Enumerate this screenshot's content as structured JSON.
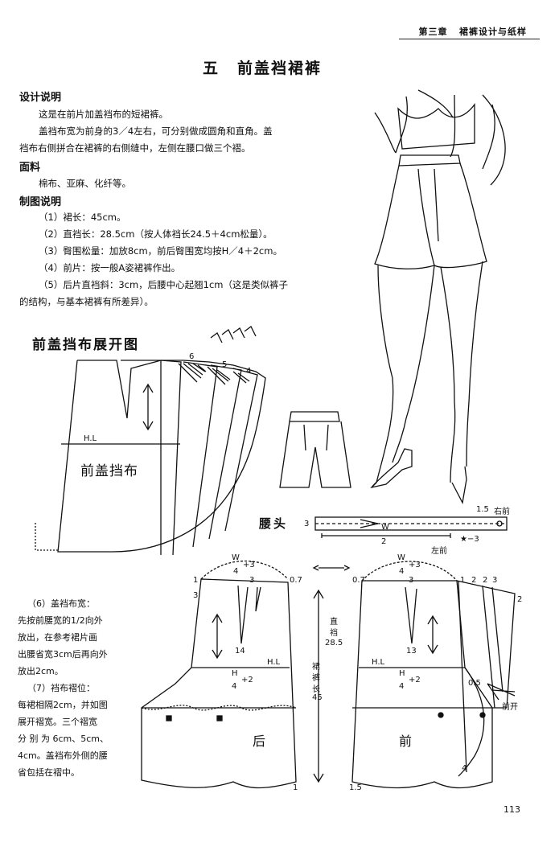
{
  "header": {
    "chapter": "第三章",
    "section": "裙裤设计与纸样"
  },
  "title": {
    "number": "五",
    "text": "前盖裆裙裤"
  },
  "design": {
    "heading": "设计说明",
    "lines": [
      "这是在前片加盖裆布的短裙裤。",
      "盖裆布宽为前身的3／4左右，可分别做成圆角和直角。盖",
      "裆布右侧拼合在裙裤的右侧缝中，左侧在腰口做三个褶。"
    ]
  },
  "fabric": {
    "heading": "面料",
    "text": "棉布、亚麻、化纤等。"
  },
  "drafting": {
    "heading": "制图说明",
    "items": [
      "（1）裙长：45cm。",
      "（2）直裆长：28.5cm（按人体裆长24.5＋4cm松量）。",
      "（3）臀围松量：加放8cm，前后臀围宽均按H／4＋2cm。",
      "（4）前片：按一般A姿裙裤作出。",
      "（5）后片直裆斜：3cm，后腰中心起翘1cm（这是类似裤子",
      "的结构，与基本裙裤有所差异）。"
    ]
  },
  "diagram_title": "前盖挡布展开图",
  "notes": {
    "lines": [
      "（6）盖裆布宽：",
      "先按前腰宽的1/2向外",
      "放出，在参考裙片画",
      "出腰省宽3cm后再向外",
      "放出2cm。",
      "（7）裆布褶位：",
      "每裙相隔2cm，并如图",
      "展开褶宽。三个褶宽",
      "分 别 为 6cm、5cm、",
      "4cm。盖裆布外侧的腰",
      "省包括在褶中。"
    ]
  },
  "labels": {
    "hl": "H.L",
    "panel": "前盖挡布",
    "fold_6": "6",
    "fold_5": "5",
    "fold_4": "4",
    "waistband": "腰头",
    "wb_3": "3",
    "wb_w": "W",
    "wb_2": "2",
    "wb_star": "★−3",
    "wb_15": "1.5",
    "wb_right": "右前",
    "wb_left": "左前",
    "back_w_top": "W",
    "back_w_bot": "4",
    "back_w_plus": "+3",
    "front_w_top": "W",
    "front_w_bot": "4",
    "front_w_plus": "+3",
    "b1": "1",
    "b3": "3",
    "b3b": "3",
    "b07": "0.7",
    "b14": "14",
    "f07": "0.7",
    "f3": "3",
    "f13": "13",
    "f1": "1",
    "f2": "2",
    "f2b": "2",
    "f3b": "3",
    "f2c": "2",
    "zhi": "直",
    "dang": "裆",
    "v285": "28.5",
    "qun": "裙",
    "ku": "裤",
    "chang": "长",
    "v45": "45",
    "back_hl": "H.L",
    "front_hl": "H.L",
    "back_h_top": "H",
    "back_h_bot": "4",
    "back_h_plus": "+2",
    "front_h_top": "H",
    "front_h_bot": "4",
    "front_h_plus": "+2",
    "back": "后",
    "front": "前",
    "f05": "0.5",
    "front_open": "前开",
    "f4": "4",
    "b1_bottom": "1",
    "f15_bottom": "1.5"
  },
  "page_number": "113"
}
